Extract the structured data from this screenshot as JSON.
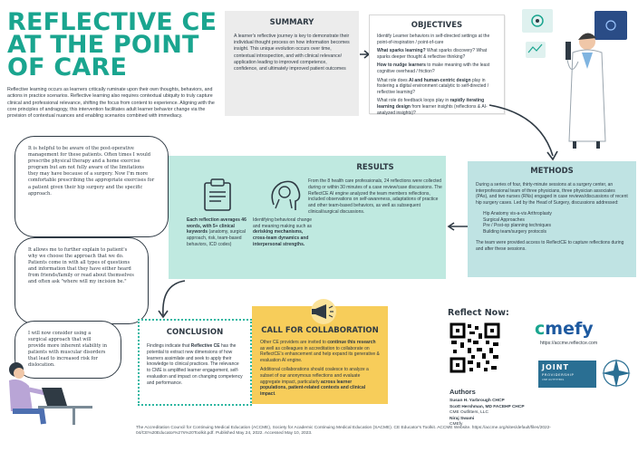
{
  "title": {
    "line1": "REFLECTIVE CE",
    "line2": "AT THE POINT",
    "line3": "OF CARE"
  },
  "intro": "Reflective learning occurs as learners critically ruminate upon their own thoughts, behaviors, and actions in practice scenarios. Reflective learning also requires contextual ubiquity to truly capture clinical and professional relevance, shifting the focus from content to experience. Aligning with the core principles of andragogy, this intervention facilitates adult learner behavior change via the provision of contextual nuances and enabling scenarios combined with immediacy.",
  "summary": {
    "heading": "SUMMARY",
    "text": "A learner's reflective journey is key to demonstrate their individual thought process on how information becomes insight. This unique evolution occurs over time, contextual introspection, and with clinical relevance/ application leading to improved competence, confidence, and ultimately improved patient outcomes"
  },
  "objectives": {
    "heading": "OBJECTIVES",
    "intro": "Identify Learner behaviors in self-directed settings at the point-of-inspiration / point-of-care",
    "q1_bold": "What sparks learning?",
    "q1_rest": " What sparks discovery? What sparks deeper thought & reflective thinking?",
    "q2_bold": "How to nudge learners",
    "q2_rest": " to make meaning with the least cognitive overhead / friction?",
    "q3_pre": "What role does ",
    "q3_bold": "AI and human-centric design",
    "q3_rest": " play in fostering a digital environment catalytic to self-directed / reflective learning?",
    "q4_pre": "What role do feedback loops play in ",
    "q4_bold": "rapidly iterating learning design",
    "q4_rest": " from learner insights (reflections & AI-analyzed insights)?"
  },
  "methods": {
    "heading": "METHODS",
    "text": "During a series of four, thirty-minute sessions at a surgery center, an interprofessional team of three physicians, three physician associates (PAs), and two nurses (RNs) engaged in case reviews/discussions of recent hip surgery cases. Led by the Head of Surgery, discussions addressed:",
    "items": [
      "Hip Anatomy vis-a-vis Arthroplasty",
      "Surgical Approaches",
      "Pre / Post-op planning techniques",
      "Building team/surgery protocols"
    ],
    "outro": "The team were provided access to ReflectCE to capture reflections during and after these sessions."
  },
  "results": {
    "heading": "RESULTS",
    "text": "From the 8 health care professionals, 24 reflections were collected during or within 30 minutes of a case review/case discussions. The ReflectCE AI engine analyzed the team members reflections, included observations on self-awareness, adaptations of practice and other team-based behaviors, as well as subsequent clinical/surgical discussions.",
    "card1_bold": "Each reflection averages 46 words, with 5+ clinical keywords",
    "card1_rest": " (anatomy, surgical approach, risk, team-based behaviors, ICD codes)",
    "card2_pre": "Identifying behavioral change and meaning making such as ",
    "card2_bold": "derisking mechanisms, cross-team dynamics and interpersonal strengths."
  },
  "conclusion": {
    "heading": "CONCLUSION",
    "pre": "Findings indicate that ",
    "bold": "Reflective CE",
    "rest": " has the potential to extract new dimensions of how learners assimilate and seek to apply their knowledge to clinical practices. The relevance to CME is amplified learner engagement, self-evaluation and impact on changing competency and performance."
  },
  "cfc": {
    "heading": "CALL FOR COLLABORATION",
    "p1_pre": "Other CE providers are invited to ",
    "p1_bold": "continue this research",
    "p1_rest": " as well as colleagues in accreditation to collaborate on ReflectCE's enhancement and help expand its generative & evaluation AI engine.",
    "p2_pre": "Additional collaborations should coalesce to analyze a subset of our anonymous reflections and evaluate aggregate impact, particularly ",
    "p2_bold": "across learner populations, patient-related contexts and clinical impact",
    "p2_rest": "."
  },
  "quotes": {
    "q1": "It is helpful to be aware of the post-operative management for these patients. Often times I would prescribe physical therapy and a home exercise program but am not fully aware of the limitations they may have because of a surgery. Now I'm more comfortable prescribing the appropriate exercises for a patient given their hip surgery and the specific approach.",
    "q2": "It allows me to further explain to patient's why we choose the approach that we do. Patients come in with all types of questions and information that they have either heard from friends/family or read about themselves and often ask \"where will my incision be.\"",
    "q3": "I will now consider using a surgical approach that will provide more inherent stability in patients with muscular disorders that lead to increased risk for dislocation."
  },
  "reflect_now": "Reflect Now:",
  "cmefy": {
    "c": "c",
    "rest": "mefy",
    "url": "https://accme.reflectce.com"
  },
  "joint": {
    "line1": "JOINT",
    "line2": "PROVIDERSHIP",
    "line3": "CME OUTFITTERS"
  },
  "authors": {
    "heading": "Authors",
    "a1": "Susan H. Yarbrough CHCP",
    "a2": "Scott Hershman, MD FACEHP CHCP",
    "a2_org": "CME Outfitters, LLC",
    "a3": "Niraj Swami",
    "a3_org": "CMEfy"
  },
  "footnote": "The Accreditation Council for Continuing Medical Education (ACCME), Society for Academic Continuing Medical Education (SACME). CE Educator's Toolkit. ACCME Website. https://accme.org/sites/default/files/2022-04/CE%20Educator%27s%20Toolkit.pdf. Published May 24, 2022. Accessed May 10, 2023.",
  "colors": {
    "teal": "#1aa58f",
    "mint": "#bfe9e0",
    "methods_bg": "#bfe3e3",
    "summary_bg": "#ececec",
    "yellow": "#f7cd5a",
    "navy": "#2f3a44"
  }
}
